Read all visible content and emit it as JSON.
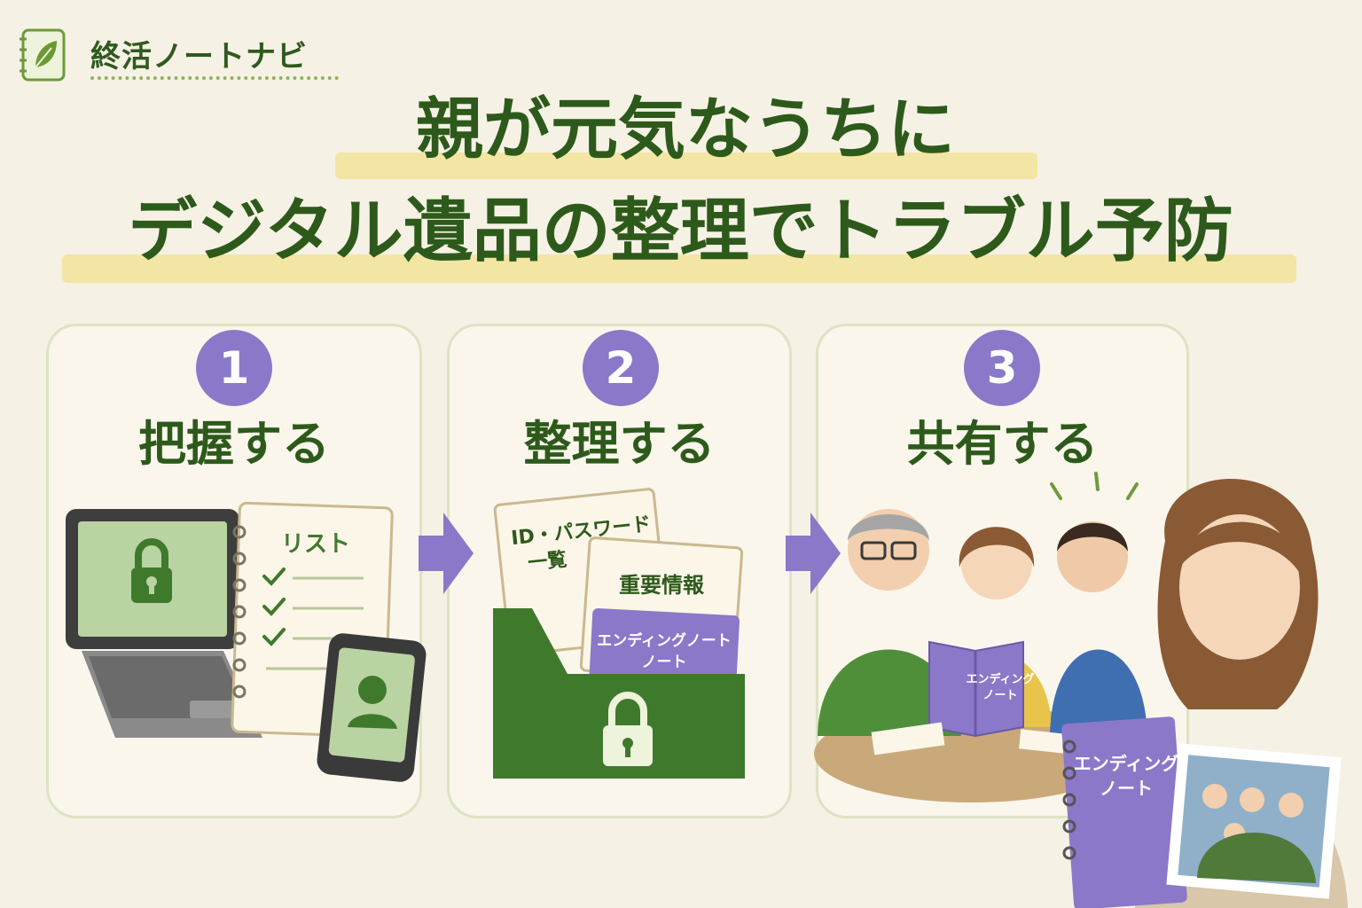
{
  "brand": {
    "name": "終活ノートナビ",
    "logo_icon": "leaf-notebook-icon"
  },
  "headline": {
    "line1": "親が元気なうちに",
    "line2": "デジタル遺品の整理でトラブル予防"
  },
  "steps": [
    {
      "number": "1",
      "title": "把握する",
      "list_label": "リスト"
    },
    {
      "number": "2",
      "title": "整理する",
      "doc1_line1": "ID・パスワード",
      "doc1_line2": "一覧",
      "doc2_label": "重要情報",
      "folder_label_line1": "エンディングノート",
      "folder_label_line2": "ノート"
    },
    {
      "number": "3",
      "title": "共有する",
      "book_line1": "エンディング",
      "book_line2": "ノート"
    }
  ],
  "woman_book": {
    "line1": "エンディング",
    "line2": "ノート"
  },
  "colors": {
    "green_dark": "#2d5a1b",
    "green_mid": "#3f7a2c",
    "purple": "#8b78c9",
    "cream": "#f6f1e5",
    "highlight": "#f3e5a3"
  }
}
